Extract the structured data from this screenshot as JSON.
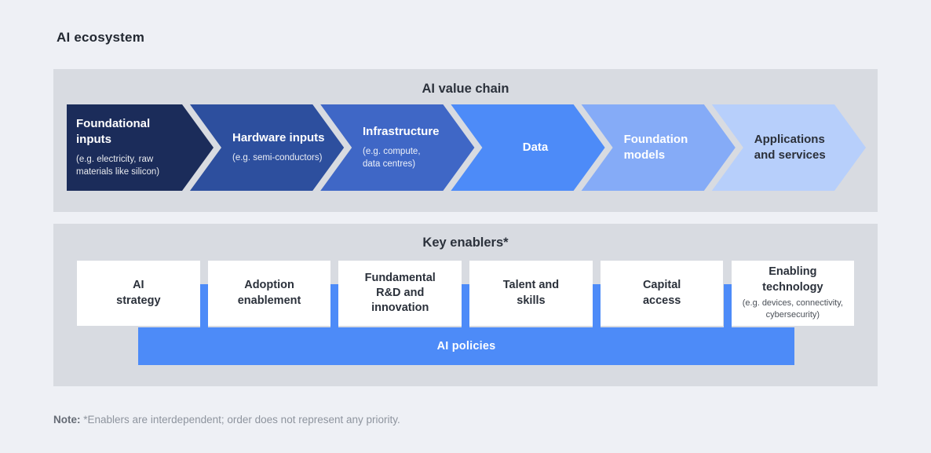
{
  "page": {
    "title": "AI ecosystem",
    "background_color": "#eef0f5",
    "panel_color": "#d8dbe1"
  },
  "value_chain": {
    "header": "AI value chain",
    "stages": [
      {
        "title": "Foundational\ninputs",
        "subtitle": "(e.g. electricity, raw\nmaterials like silicon)",
        "color": "#1b2c5a",
        "text_color": "#ffffff"
      },
      {
        "title": "Hardware inputs",
        "subtitle": "(e.g. semi-conductors)",
        "color": "#2d4f9e",
        "text_color": "#ffffff"
      },
      {
        "title": "Infrastructure",
        "subtitle": "(e.g. compute,\ndata centres)",
        "color": "#3f67c6",
        "text_color": "#ffffff"
      },
      {
        "title": "Data",
        "subtitle": "",
        "color": "#4d8bf8",
        "text_color": "#ffffff"
      },
      {
        "title": "Foundation\nmodels",
        "subtitle": "",
        "color": "#85abf7",
        "text_color": "#ffffff"
      },
      {
        "title": "Applications\nand services",
        "subtitle": "",
        "color": "#b7cffb",
        "text_color": "#2b3039"
      }
    ]
  },
  "key_enablers": {
    "header": "Key enablers*",
    "items": [
      {
        "label": "AI\nstrategy",
        "subtitle": ""
      },
      {
        "label": "Adoption\nenablement",
        "subtitle": ""
      },
      {
        "label": "Fundamental\nR&D and\ninnovation",
        "subtitle": ""
      },
      {
        "label": "Talent and\nskills",
        "subtitle": ""
      },
      {
        "label": "Capital\naccess",
        "subtitle": ""
      },
      {
        "label": "Enabling\ntechnology",
        "subtitle": "(e.g. devices, connectivity,\ncybersecurity)"
      }
    ],
    "policies_bar": {
      "label": "AI policies",
      "color": "#4d8bf8"
    }
  },
  "note": {
    "label": "Note:",
    "text": "*Enablers are interdependent; order does not represent any priority."
  }
}
